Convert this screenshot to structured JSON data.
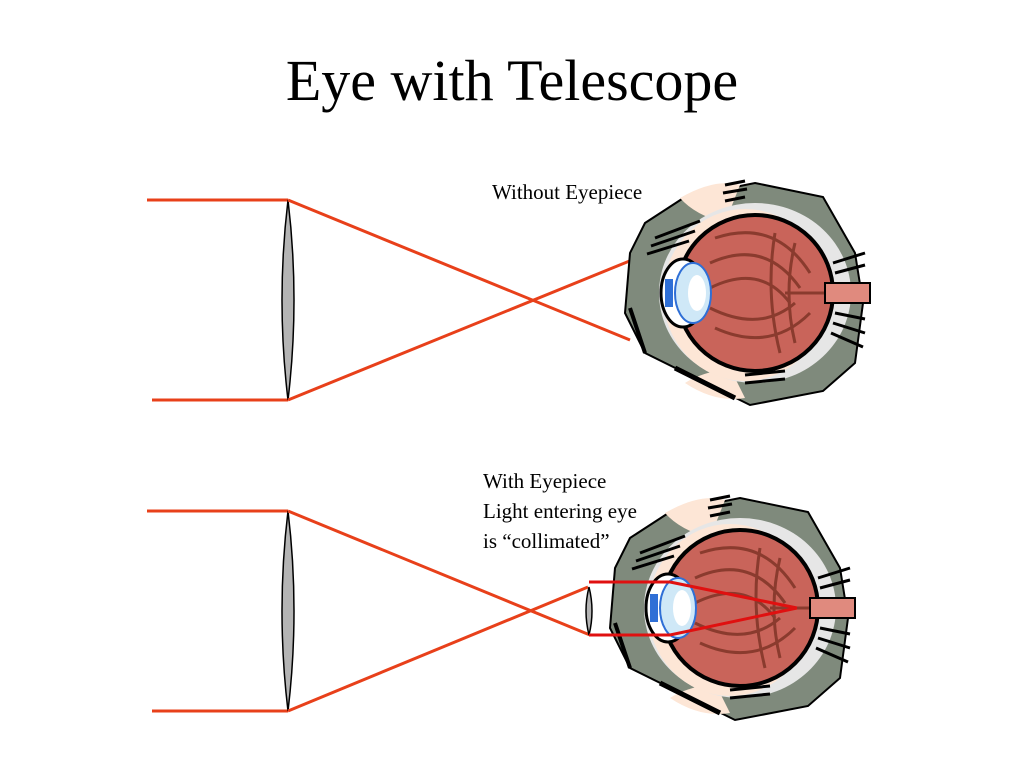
{
  "slide": {
    "title": "Eye with Telescope"
  },
  "panels": {
    "top": {
      "caption": "Without Eyepiece"
    },
    "bottom": {
      "caption_lines": [
        "With Eyepiece",
        "Light entering eye",
        "is “collimated”"
      ]
    }
  },
  "colors": {
    "ray": "#e8401a",
    "ray_inside_eye": "#e01010",
    "lens_fill": "#b4b4b4",
    "eye_outer_fill": "#7f8a7c",
    "eye_white": "#e6e6e6",
    "eyeball_fill": "#c9645a",
    "retina_lines": "#8a3b2e",
    "cornea_fill": "#cfe8f7",
    "iris_blue": "#2f6fd6",
    "skin_fill": "#fde6d6",
    "nerve_fill": "#e08a7e"
  },
  "icons": [
    "objective-lens-icon",
    "eyepiece-lens-icon",
    "eye-cross-section-icon"
  ]
}
